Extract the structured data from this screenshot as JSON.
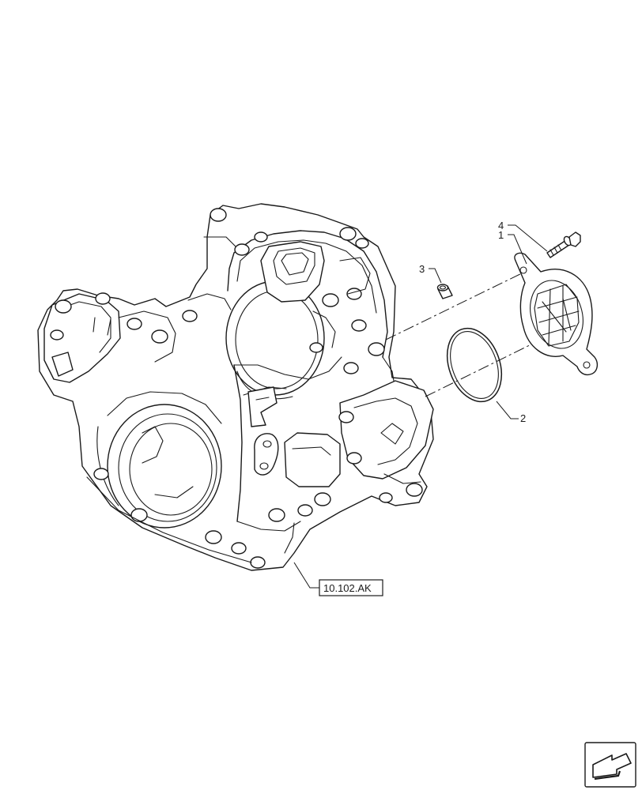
{
  "callouts": [
    {
      "id": "1",
      "label": "1"
    },
    {
      "id": "2",
      "label": "2"
    },
    {
      "id": "3",
      "label": "3"
    },
    {
      "id": "4",
      "label": "4"
    }
  ],
  "reference": {
    "label": "10.102.AK"
  },
  "icons": {
    "navigation": "next-page-arrow-icon"
  }
}
